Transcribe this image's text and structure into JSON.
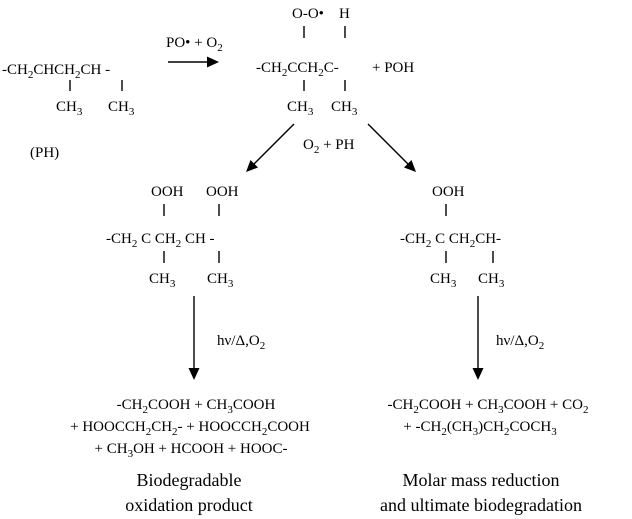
{
  "reactant_ph": {
    "chain": "-CH2CHCH2CH -",
    "sub1": "CH3",
    "sub2": "CH3",
    "label": "(PH)"
  },
  "step1_reagent": "PO• + O2",
  "peroxy": {
    "top1": "O-O•",
    "top2": "H",
    "chain": "-CH2CCH2C-",
    "plus_poh": "+ POH",
    "sub1": "CH3",
    "sub2": "CH3"
  },
  "step2_reagent": "O2 + PH",
  "left_hydroperoxide": {
    "top1": "OOH",
    "top2": "OOH",
    "chain": "-CH2 C CH2 CH -",
    "sub1": "CH3",
    "sub2": "CH3"
  },
  "right_hydroperoxide": {
    "top1": "OOH",
    "chain": "-CH2 C CH2CH-",
    "sub1": "CH3",
    "sub2": "CH3"
  },
  "photo_condition": "hν/Δ,O2",
  "left_products": [
    "-CH2COOH + CH3COOH",
    "+ HOOCCH2CH2- + HOOCCH2COOH",
    "+ CH3OH + HCOOH + HOOC-"
  ],
  "right_products": [
    "-CH2COOH + CH3COOH + CO2",
    "+ -CH2(CH3)CH2COCH3"
  ],
  "left_caption": [
    "Biodegradable",
    "oxidation product"
  ],
  "right_caption": [
    "Molar mass reduction",
    "and ultimate biodegradation"
  ]
}
